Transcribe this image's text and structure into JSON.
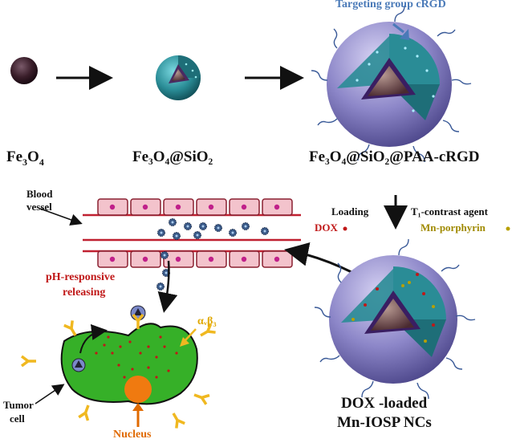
{
  "labels": {
    "fe3o4_a": "Fe",
    "fe3o4_b": "3",
    "fe3o4_c": "O",
    "fe3o4_d": "4",
    "sio2_text": "Fe₃O₄@SiO₂",
    "paa_text": "Fe₃O₄@SiO₂@PAA-cRGD",
    "targeting": "Targeting group cRGD",
    "blood_vessel_1": "Blood",
    "blood_vessel_2": "vessel",
    "loading": "Loading",
    "dox": "DOX",
    "t1_agent": "T₁-contrast agent",
    "mn_porphyrin": "Mn-porphyrin",
    "ph_1": "pH-responsive",
    "ph_2": "releasing",
    "integrin": "αᵥβ₃",
    "tumor_1": "Tumor",
    "tumor_2": "cell",
    "nucleus": "Nucleus",
    "product_1": "DOX -loaded",
    "product_2": "Mn-IOSP NCs"
  },
  "colors": {
    "shell": "#8c86c8",
    "silica": "#2a8c96",
    "core": "#3a1e2a",
    "vessel_cell": "#f3c3cc",
    "vessel_line": "#c02030",
    "tumor": "#36b028",
    "nucleus": "#f07a10",
    "receptor": "#f0b820",
    "dox": "#c01818",
    "mn": "#b8a000"
  }
}
